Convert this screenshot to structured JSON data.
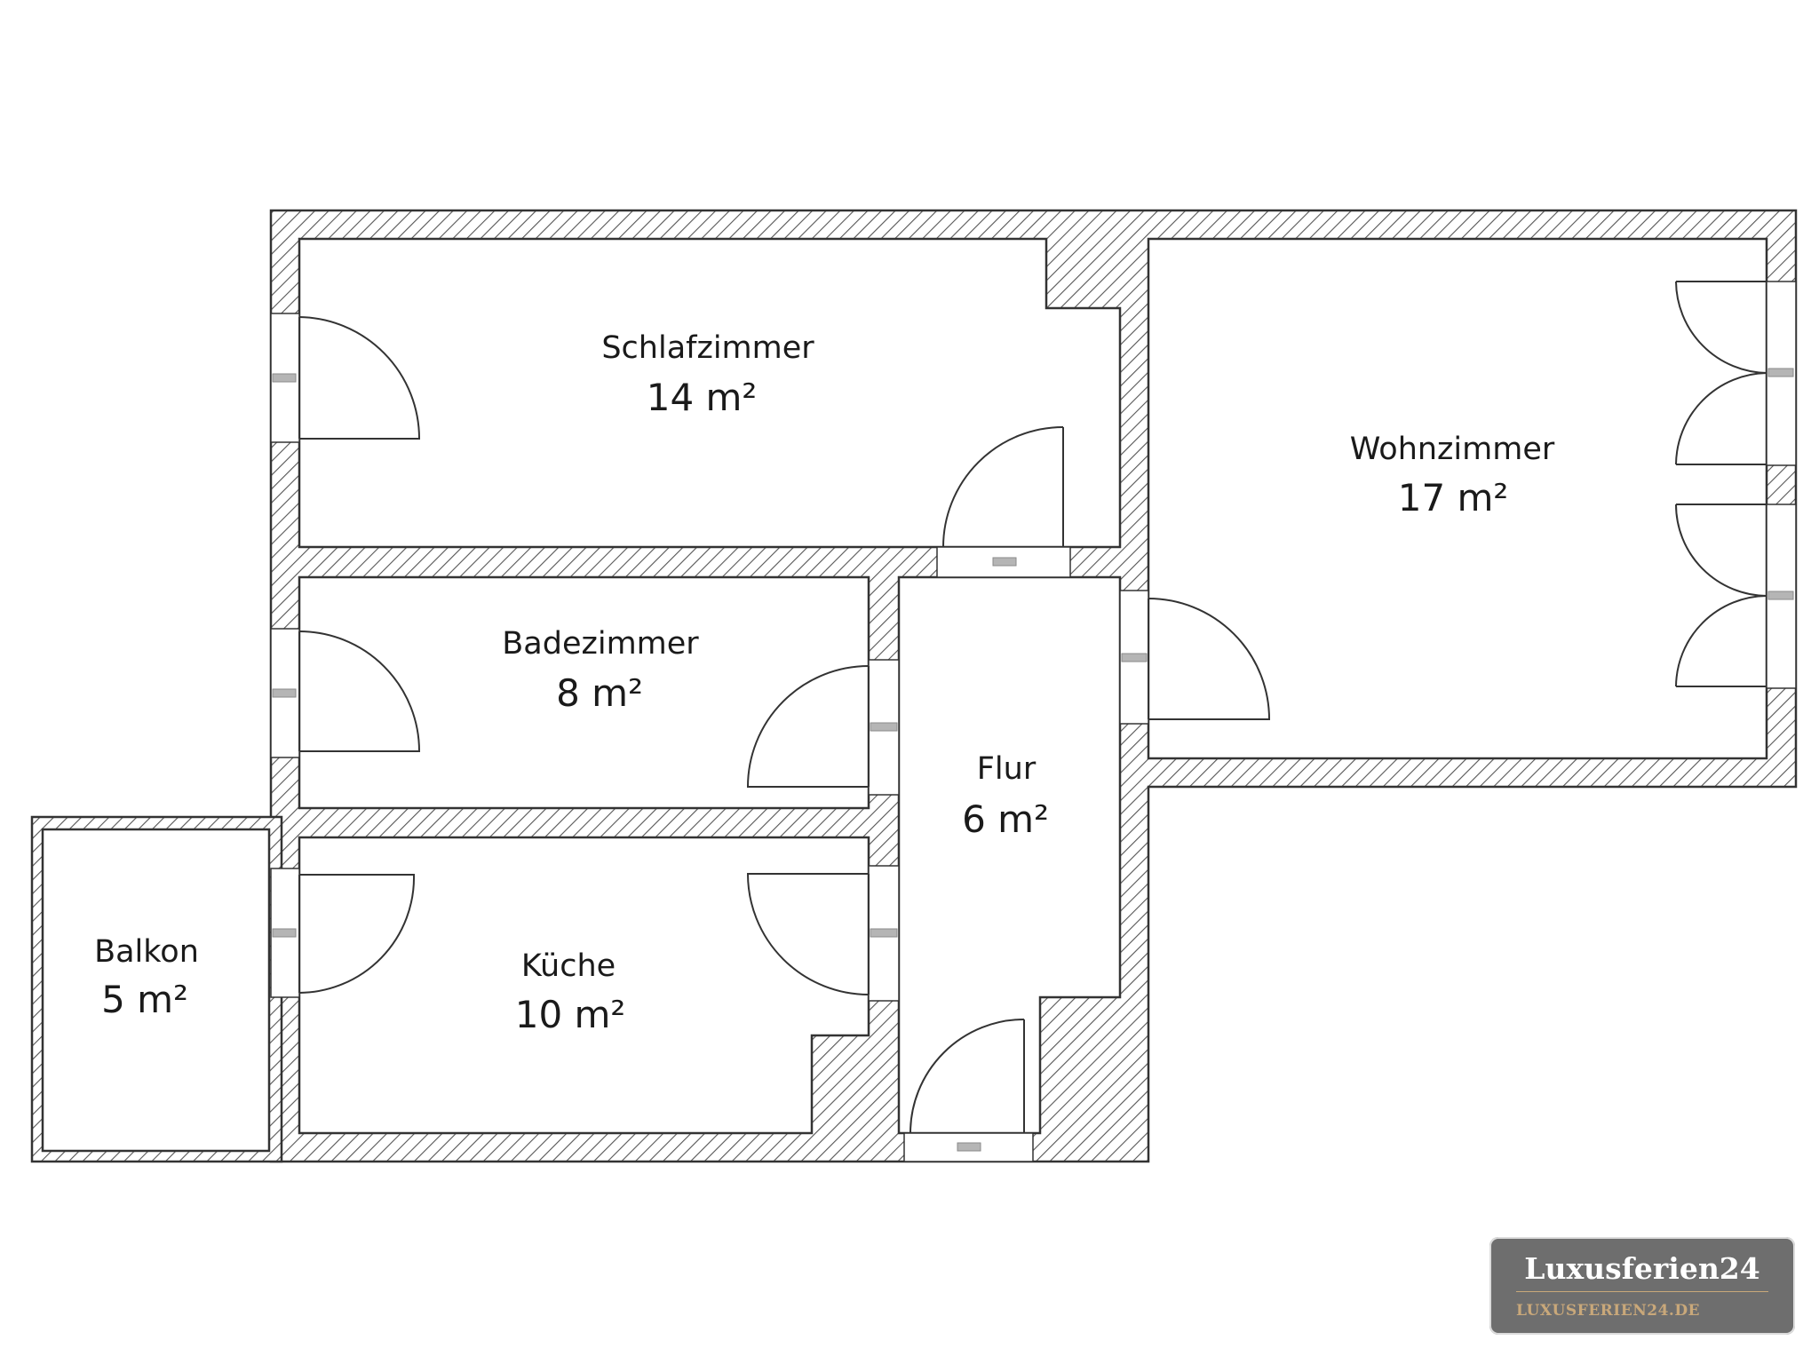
{
  "rooms": [
    {
      "id": "schlafzimmer",
      "name": "Schlafzimmer",
      "area": "14 m²"
    },
    {
      "id": "wohnzimmer",
      "name": "Wohnzimmer",
      "area": "17 m²"
    },
    {
      "id": "badezimmer",
      "name": "Badezimmer",
      "area": "8 m²"
    },
    {
      "id": "flur",
      "name": "Flur",
      "area": "6 m²"
    },
    {
      "id": "kueche",
      "name": "Küche",
      "area": "10 m²"
    },
    {
      "id": "balkon",
      "name": "Balkon",
      "area": "5 m²"
    }
  ],
  "badge": {
    "name": "Luxusferien24",
    "url": "LUXUSFERIEN24.DE"
  },
  "colors": {
    "wall_outline": "#333333",
    "hatch": "#555555",
    "badge_background": "#6e6e6e",
    "badge_accent": "#c9a87a"
  }
}
